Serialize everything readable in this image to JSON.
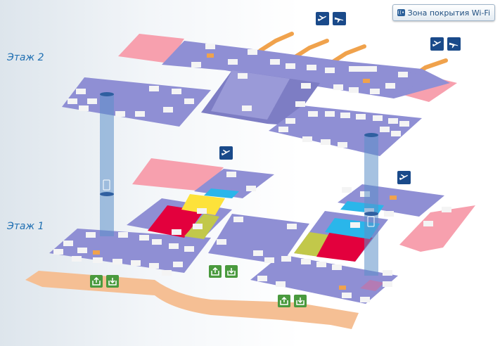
{
  "floors": {
    "floor2_label": "Этаж 2",
    "floor1_label": "Этаж 1"
  },
  "wifi": {
    "label": "Зона покрытия Wi-Fi",
    "icon": "wifi-zone-icon"
  },
  "icons": {
    "departures": "plane-departure-icon",
    "arrivals": "plane-arrival-icon",
    "exit": "exit-icon",
    "entrance": "entrance-icon",
    "elevator": "elevator-icon"
  },
  "colors": {
    "terminal": "#8f8fd4",
    "terminal_dark": "#6f6fb8",
    "landside": "#f5bf94",
    "gate_pink": "#f7a0ae",
    "zone_red": "#e3003d",
    "zone_yellow": "#fde23a",
    "zone_olive": "#c2c84a",
    "zone_cyan": "#2ab6ea",
    "elevator_shaft": "#5c90c9",
    "icon_blue": "#1a4a8a",
    "icon_green": "#4a9a3e",
    "label_blue": "#1f6fb2"
  }
}
